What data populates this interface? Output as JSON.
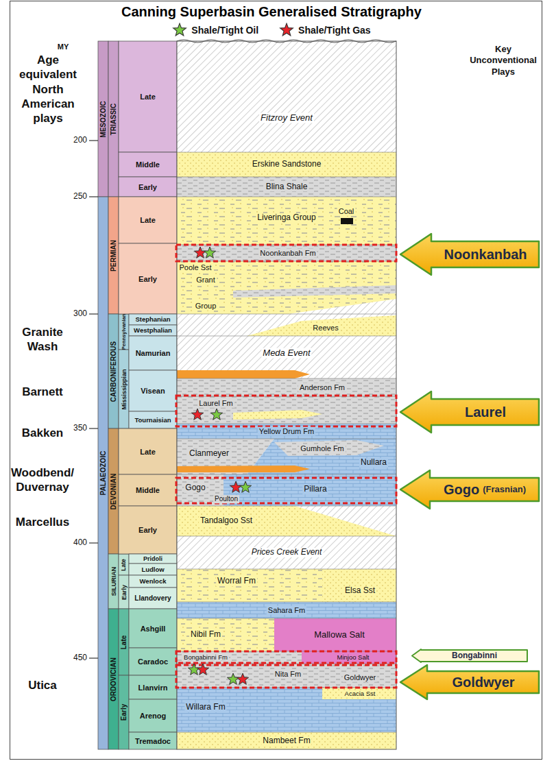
{
  "diagram": {
    "title": "Canning Superbasin Generalised Stratigraphy",
    "nodes": [
      {
        "text": [
          "Noonkanbah"
        ]
      },
      {
        "text": [
          "Laurel"
        ]
      },
      {
        "text": [
          "Gogo",
          "(Frasnian)"
        ]
      },
      {
        "text": [
          "Bongabinni"
        ]
      },
      {
        "text": [
          "Goldwyer"
        ]
      }
    ],
    "labels": [
      "MY",
      "Age equivalent North American plays",
      "Key Unconventional Plays",
      "MESOZOIC",
      "TRIASSIC",
      "Late",
      "Fitzroy Event",
      "200",
      "Middle",
      "Erskine Sandstone",
      "Early",
      "Blina Shale",
      "250",
      "PALAEOZOIC",
      "PERMIAN",
      "Late",
      "Liveringa Group",
      "Coal",
      "Early",
      "Noonkanbah Fm",
      "Poole Sst",
      "Grant",
      "Group",
      "300",
      "Granite Wash",
      "CARBONIFEROUS",
      "Pennsylvanian",
      "Stephanian",
      "Reeves",
      "Westphalian",
      "Namurian",
      "Meda Event",
      "Mississippian",
      "Barnett",
      "Visean",
      "Anderson Fm",
      "Laurel Fm",
      "Tournaisian",
      "350",
      "Bakken",
      "Yellow Drum Fm",
      "DEVONIAN",
      "Late",
      "Clanmeyer",
      "Gumhole Fm",
      "Nullara",
      "Woodbend/ Duvernay",
      "Middle",
      "Gogo",
      "Pillara",
      "Poulton",
      "Marcellus",
      "Early",
      "Tandalgoo Sst",
      "400",
      "Prices Creek Event",
      "SILURIAN",
      "Late",
      "Pridoli",
      "Ludlow",
      "Early",
      "Wenlock",
      "Worral Fm",
      "Llandovery",
      "Elsa Sst",
      "Sahara Fm",
      "ORDOVICIAN",
      "Late",
      "Ashgill",
      "Nibil Fm",
      "Mallowa Salt",
      "450",
      "Caradoc",
      "Bongabinni Fm",
      "Minjoo Salt",
      "Utica",
      "Early",
      "Llanvirn",
      "Nita Fm",
      "Goldwyer",
      "Acacia Sst",
      "Willara Fm",
      "Arenog",
      "Tremadoc",
      "Nambeet Fm"
    ],
    "legend": [
      {
        "text": "Shale/Tight Oil",
        "color": "#7ac943"
      },
      {
        "text": "Shale/Tight Gas",
        "color": "#e8242a"
      }
    ]
  }
}
